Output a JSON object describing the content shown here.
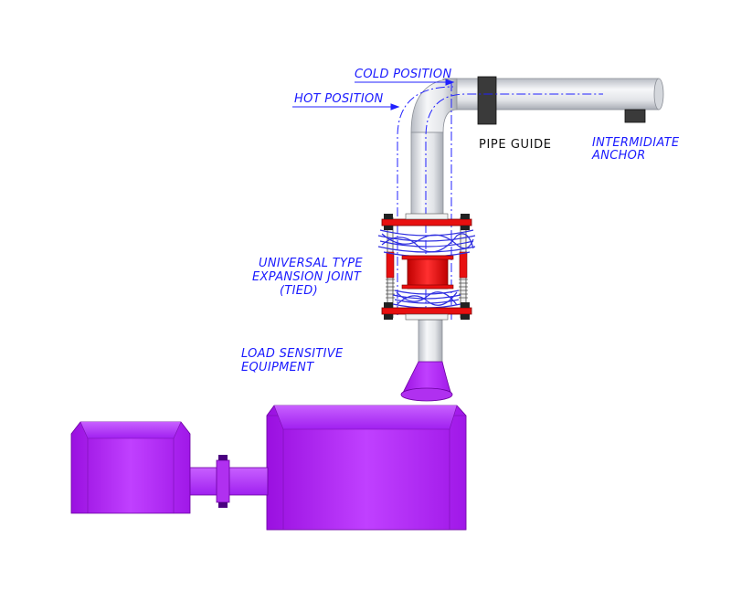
{
  "labels": {
    "cold_position": "COLD POSITION",
    "hot_position": "HOT POSITION",
    "pipe_guide": "PIPE GUIDE",
    "intermediate_anchor_line1": "INTERMIDIATE",
    "intermediate_anchor_line2": "ANCHOR",
    "expansion_joint_line1": "UNIVERSAL TYPE",
    "expansion_joint_line2": "EXPANSION JOINT",
    "expansion_joint_line3": "(TIED)",
    "equipment_line1": "LOAD SENSITIVE",
    "equipment_line2": "EQUIPMENT"
  },
  "colors": {
    "equipment": "#b020f0",
    "pipe": "#e8eaee",
    "flange": "#e81010",
    "bellows": "#3030e0",
    "annotation": "#1a1aff",
    "guide": "#3a3a3a"
  }
}
